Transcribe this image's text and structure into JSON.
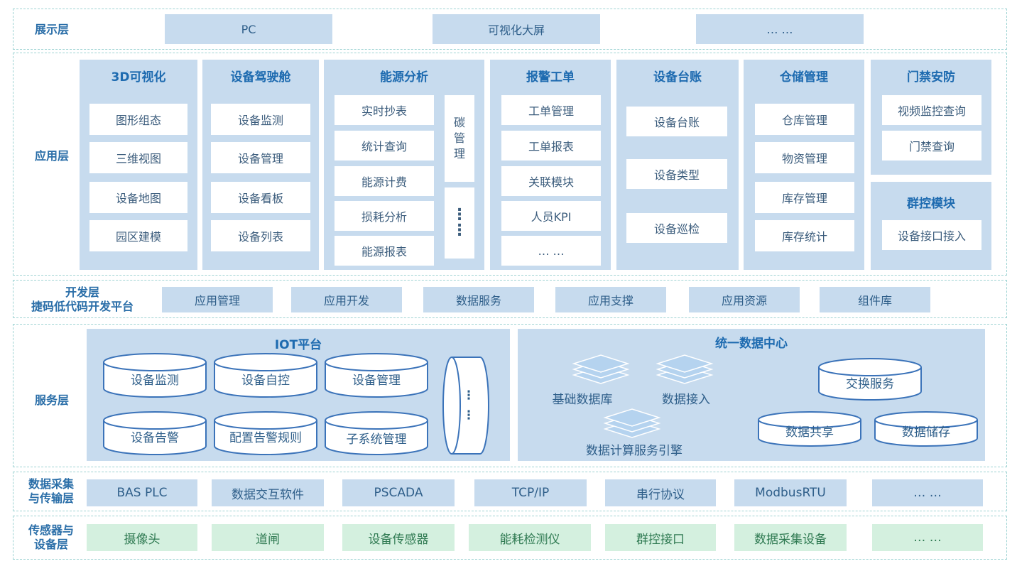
{
  "display": {
    "label": "展示层",
    "items": [
      "PC",
      "可视化大屏",
      "… …"
    ]
  },
  "app": {
    "label": "应用层",
    "modules": [
      {
        "title": "3D可视化",
        "items": [
          "图形组态",
          "三维视图",
          "设备地图",
          "园区建模"
        ]
      },
      {
        "title": "设备驾驶舱",
        "items": [
          "设备监测",
          "设备管理",
          "设备看板",
          "设备列表"
        ]
      },
      {
        "title": "能源分析",
        "items": [
          "实时抄表",
          "统计查询",
          "能源计费",
          "损耗分析",
          "能源报表"
        ],
        "side": [
          "碳",
          "管",
          "理"
        ],
        "side_more": "⋮"
      },
      {
        "title": "报警工单",
        "items": [
          "工单管理",
          "工单报表",
          "关联模块",
          "人员KPI",
          "… …"
        ]
      },
      {
        "title": "设备台账",
        "items": [
          "设备台账",
          "设备类型",
          "设备巡检"
        ]
      },
      {
        "title": "仓储管理",
        "items": [
          "仓库管理",
          "物资管理",
          "库存管理",
          "库存统计"
        ]
      },
      {
        "title": "门禁安防",
        "items": [
          "视频监控查询",
          "门禁查询"
        ]
      },
      {
        "title": "群控模块",
        "items": [
          "设备接口接入"
        ]
      }
    ]
  },
  "dev": {
    "label_line1": "开发层",
    "label_line2": "捷码低代码开发平台",
    "items": [
      "应用管理",
      "应用开发",
      "数据服务",
      "应用支撑",
      "应用资源",
      "组件库"
    ]
  },
  "service": {
    "label": "服务层",
    "iot": {
      "title": "IOT平台",
      "items": [
        "设备监测",
        "设备自控",
        "设备管理",
        "设备告警",
        "配置告警规则",
        "子系统管理"
      ],
      "more": "⋮"
    },
    "data_center": {
      "title": "统一数据中心",
      "stacks": [
        "基础数据库",
        "数据接入",
        "数据计算服务引擎"
      ],
      "cylinders": [
        "交换服务",
        "数据共享",
        "数据储存"
      ]
    }
  },
  "collect": {
    "label_line1": "数据采集",
    "label_line2": "与传输层",
    "items": [
      "BAS PLC",
      "数据交互软件",
      "PSCADA",
      "TCP/IP",
      "串行协议",
      "ModbusRTU",
      "… …"
    ]
  },
  "sensor": {
    "label_line1": "传感器与",
    "label_line2": "设备层",
    "items": [
      "摄像头",
      "道闸",
      "设备传感器",
      "能耗检测仪",
      "群控接口",
      "数据采集设备",
      "… …"
    ]
  }
}
